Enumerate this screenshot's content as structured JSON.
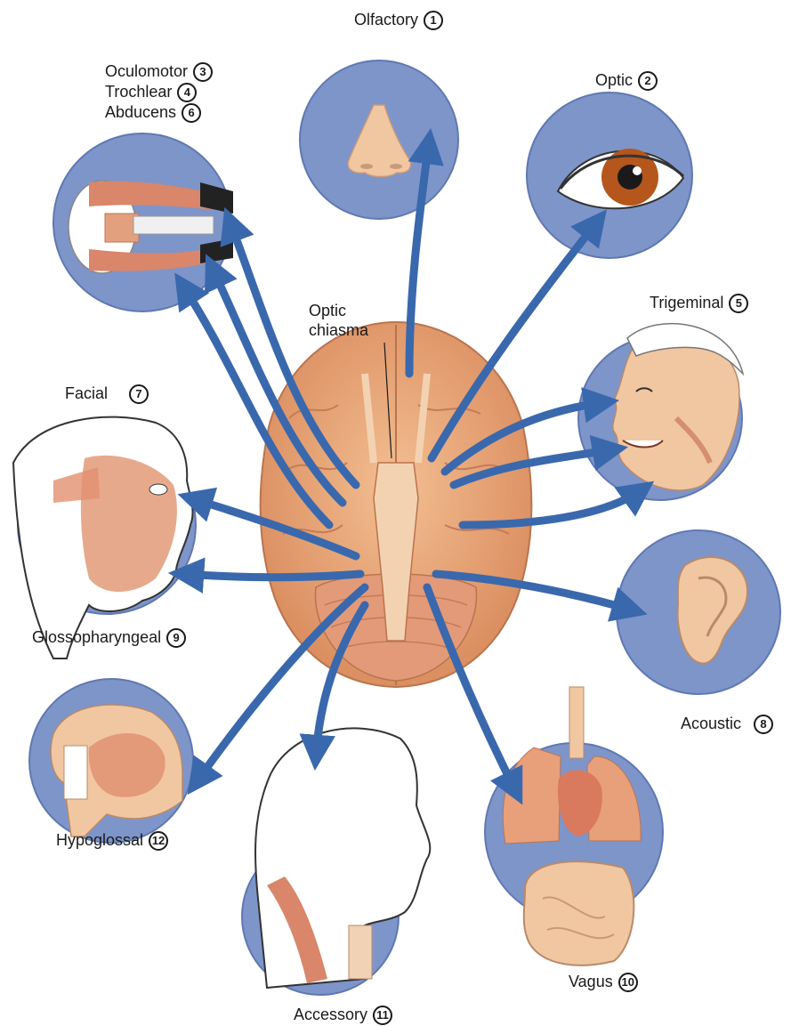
{
  "nerves": [
    {
      "name": "Olfactory",
      "num": "1"
    },
    {
      "name": "Optic",
      "num": "2"
    },
    {
      "name": "Oculomotor",
      "num": "3"
    },
    {
      "name": "Trochlear",
      "num": "4"
    },
    {
      "name": "Trigeminal",
      "num": "5"
    },
    {
      "name": "Abducens",
      "num": "6"
    },
    {
      "name": "Facial",
      "num": "7"
    },
    {
      "name": "Acoustic",
      "num": "8"
    },
    {
      "name": "Glossopharyngeal",
      "num": "9"
    },
    {
      "name": "Vagus",
      "num": "10"
    },
    {
      "name": "Accessory",
      "num": "11"
    },
    {
      "name": "Hypoglossal",
      "num": "12"
    }
  ],
  "callout": {
    "line1": "Optic",
    "line2": "chiasma"
  },
  "colors": {
    "circle": "#7e95c9",
    "circle_edge": "#5f78b3",
    "arrow": "#3a68ad",
    "brain": "#e9a878",
    "brain_dark": "#c9805a",
    "skin": "#f1c7a2",
    "muscle": "#d9866a",
    "iris": "#b5561c"
  }
}
